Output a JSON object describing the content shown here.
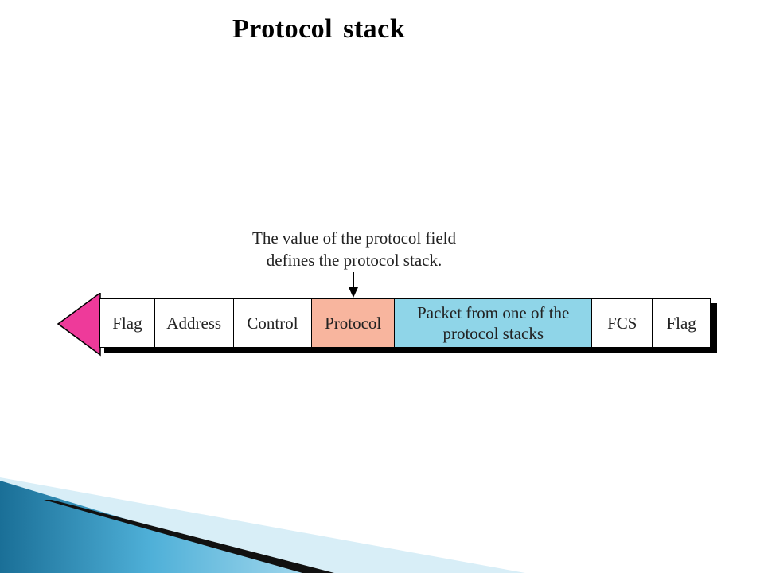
{
  "title": "Protocol stack",
  "callout": {
    "line1": "The value of the protocol field",
    "line2": "defines the protocol stack."
  },
  "frame": {
    "fields": [
      {
        "label": "Flag",
        "color": "#ffffff"
      },
      {
        "label": "Address",
        "color": "#ffffff"
      },
      {
        "label": "Control",
        "color": "#ffffff"
      },
      {
        "label": "Protocol",
        "color": "#f8b59e"
      },
      {
        "label_line1": "Packet from one of the",
        "label_line2": "protocol stacks",
        "color": "#8fd5e8"
      },
      {
        "label": "FCS",
        "color": "#ffffff"
      },
      {
        "label": "Flag",
        "color": "#ffffff"
      }
    ],
    "tip_color": "#ee3a9a"
  }
}
